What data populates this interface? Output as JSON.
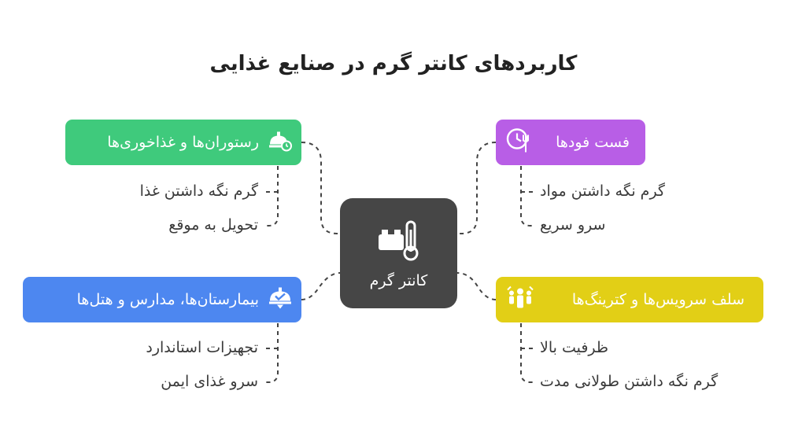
{
  "title": "کاربردهای کانتر گرم در صنایع غذایی",
  "center": {
    "label": "کانتر گرم",
    "icon": "food-warmer-thermometer-icon"
  },
  "nodes": {
    "restaurants": {
      "label": "رستوران‌ها و غذاخوری‌ها",
      "color": "#3fca7c",
      "icon": "cloche-clock-icon",
      "items": [
        "گرم نگه داشتن غذا",
        "تحویل به موقع"
      ]
    },
    "fastfood": {
      "label": "فست فودها",
      "color": "#b85ee6",
      "icon": "fork-knife-clock-icon",
      "items": [
        "گرم نگه داشتن مواد",
        "سرو سریع"
      ]
    },
    "hospitals": {
      "label": "بیمارستان‌ها، مدارس و هتل‌ها",
      "color": "#4d87f0",
      "icon": "cloche-check-icon",
      "items": [
        "تجهیزات استاندارد",
        "سرو غذای ایمن"
      ]
    },
    "catering": {
      "label": "سلف سرویس‌ها و کترینگ‌ها",
      "color": "#e2cf16",
      "icon": "people-group-icon",
      "items": [
        "ظرفیت بالا",
        "گرم نگه داشتن طولانی مدت"
      ]
    }
  }
}
